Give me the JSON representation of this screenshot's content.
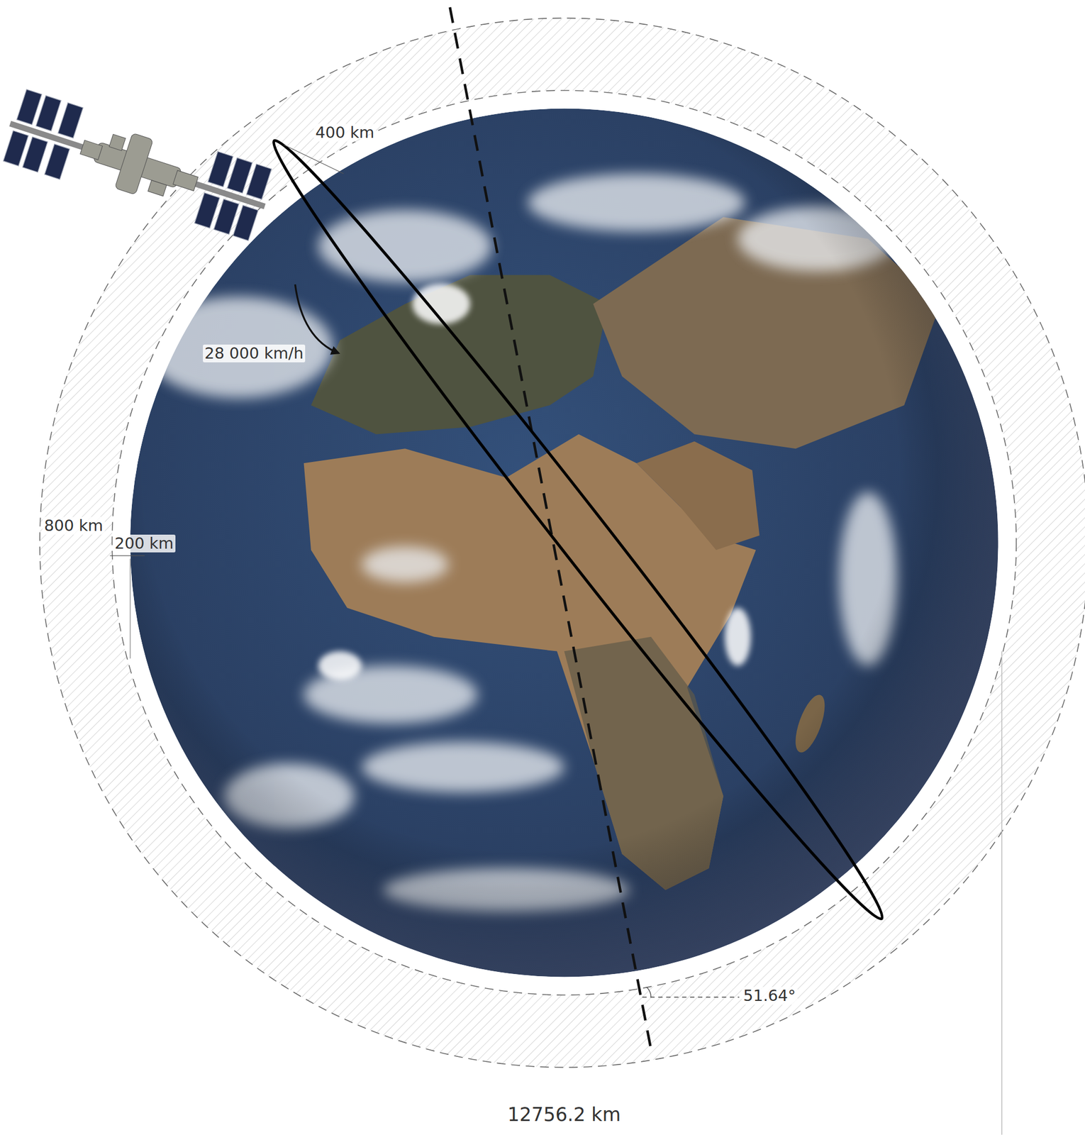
{
  "diagram": {
    "labels": [
      "400 km",
      "28 000 km/h",
      "800 km",
      "200 km",
      "51.64°",
      "12756.2 km"
    ]
  }
}
